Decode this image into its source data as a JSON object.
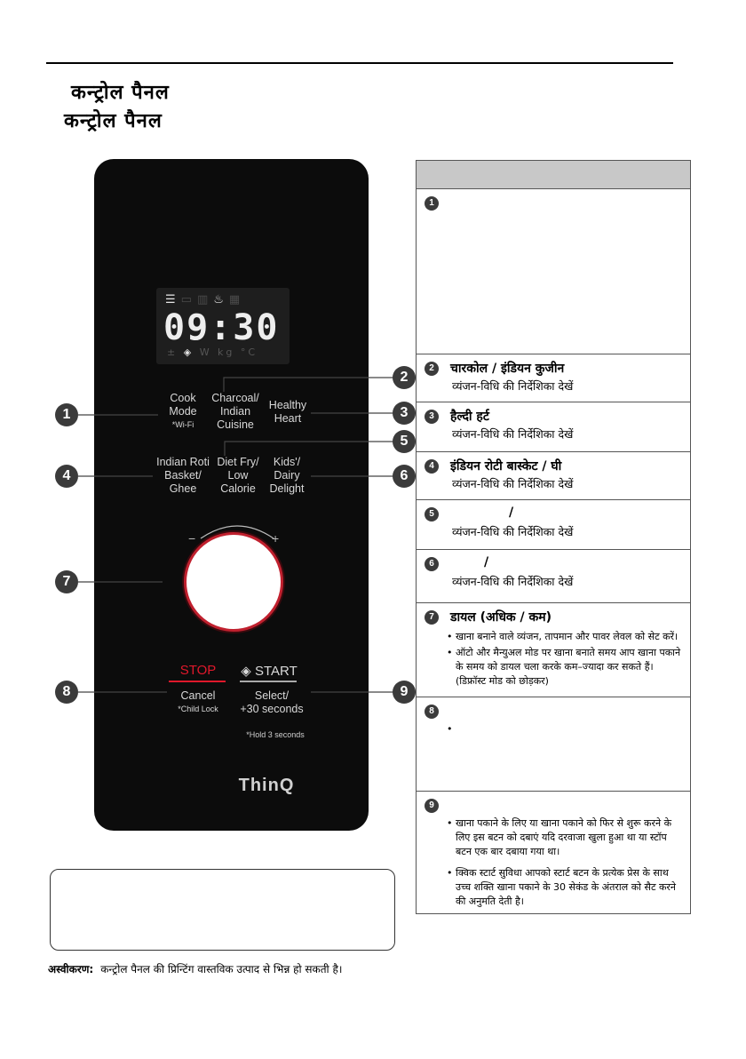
{
  "heading": {
    "line1": "कन्ट्रोल पैनल",
    "line2": "कन्ट्रोल पैनल"
  },
  "panel": {
    "display_time": "09:30",
    "buttons": {
      "cook_mode": [
        "Cook",
        "Mode"
      ],
      "cook_mode_note": "*Wi-Fi",
      "charcoal": [
        "Charcoal/",
        "Indian",
        "Cuisine"
      ],
      "healthy": [
        "Healthy",
        "Heart"
      ],
      "indian_roti": [
        "Indian Roti",
        "Basket/",
        "Ghee"
      ],
      "diet_fry": [
        "Diet Fry/",
        "Low",
        "Calorie"
      ],
      "kids": [
        "Kids'/",
        "Dairy",
        "Delight"
      ]
    },
    "dial_minus": "−",
    "dial_plus": "+",
    "stop_label": "STOP",
    "cancel": "Cancel",
    "child_lock": "*Child Lock",
    "start_label": "START",
    "select": "Select/",
    "plus30": "+30 seconds",
    "hold_note": "*Hold 3 seconds",
    "brand": "ThinQ"
  },
  "callouts": [
    "1",
    "2",
    "3",
    "4",
    "5",
    "6",
    "7",
    "8",
    "9"
  ],
  "table": {
    "rows": [
      {
        "num": "1",
        "title": "",
        "sub": "",
        "bullets": []
      },
      {
        "num": "2",
        "title": "चारकोल / इंडियन कुजीन",
        "sub": "व्यंजन-विधि की निर्देशिका देखें",
        "bullets": []
      },
      {
        "num": "3",
        "title": "हैल्दी हर्ट",
        "sub": "व्यंजन-विधि की निर्देशिका देखें",
        "bullets": []
      },
      {
        "num": "4",
        "title": "इंडियन रोटी बास्केट / घी",
        "sub": "व्यंजन-विधि की निर्देशिका देखें",
        "bullets": []
      },
      {
        "num": "5",
        "title": "/",
        "sub": "व्यंजन-विधि की निर्देशिका देखें",
        "bullets": []
      },
      {
        "num": "6",
        "title": "/",
        "sub": "व्यंजन-विधि की निर्देशिका देखें",
        "bullets": []
      },
      {
        "num": "7",
        "title": "डायल (अधिक / कम)",
        "sub": "",
        "bullets": [
          "खाना बनाने वाले व्यंजन, तापमान और पावर लेवल को सेट करें।",
          "ऑटो और मैन्युअल मोड पर खाना बनाते समय आप खाना पकाने के समय को डायल चला करके कम–ज्यादा कर सकते हैं। (डिफ्रॉस्ट मोड को छोड़कर)"
        ]
      },
      {
        "num": "8",
        "title": "",
        "sub": "",
        "bullets": [
          ""
        ]
      },
      {
        "num": "9",
        "title": "",
        "sub": "",
        "bullets": [
          "खाना पकाने के लिए या खाना पकाने को फिर से शुरू करने के लिए इस बटन को दबाएं यदि दरवाजा खुला हुआ था या स्टॉप बटन एक बार दबाया गया था।",
          "क्विक स्टार्ट सुविधा आपको स्टार्ट बटन के प्रत्येक प्रेस के साथ उच्च शक्ति खाना पकाने के 30 सेकंड के अंतराल को सैट करने की अनुमति देती है।"
        ]
      }
    ]
  },
  "disclaimer": {
    "label": "अस्वीकरण:",
    "text": "कन्ट्रोल पैनल की प्रिन्टिंग वास्तविक उत्पाद से भिन्न हो सकती है।"
  }
}
